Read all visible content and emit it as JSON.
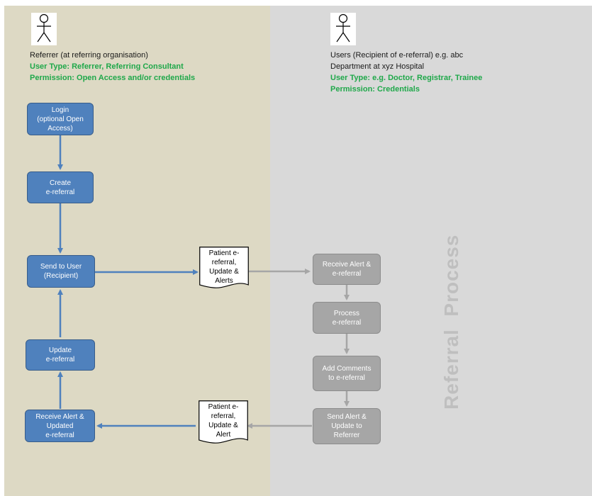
{
  "referrer": {
    "title": "Referrer (at referring organisation)",
    "user_type": "User Type: Referrer, Referring Consultant",
    "permission": "Permission: Open Access and/or credentials"
  },
  "recipient": {
    "title_line1": "Users (Recipient of e-referral) e.g. abc",
    "title_line2": "Department at xyz Hospital",
    "user_type": "User Type: e.g.  Doctor, Registrar, Trainee",
    "permission": "Permission: Credentials"
  },
  "boxes": {
    "login": "Login\n(optional Open\nAccess)",
    "create": "Create\ne-referral",
    "send": "Send to User\n(Recipient)",
    "update": "Update\ne-referral",
    "receive_updated": "Receive Alert &\nUpdated\ne-referral",
    "receive_alert": "Receive Alert &\ne-referral",
    "process": "Process\ne-referral",
    "add_comments": "Add Comments\nto e-referral",
    "send_alert": "Send Alert &\nUpdate to\nReferrer"
  },
  "documents": {
    "outgoing": "Patient e-\nreferral,\nUpdate &\nAlerts",
    "incoming": "Patient e-\nreferral,\nUpdate &\nAlert"
  },
  "lane_label": "Referral  Process",
  "colors": {
    "referrer_lane": "#ddd9c4",
    "recipient_lane": "#d9d9d9",
    "blue_box": "#4f81bd",
    "grey_box": "#a6a6a6",
    "green_text": "#1fa84a"
  },
  "icons": {
    "actor": "stick-figure-icon"
  }
}
